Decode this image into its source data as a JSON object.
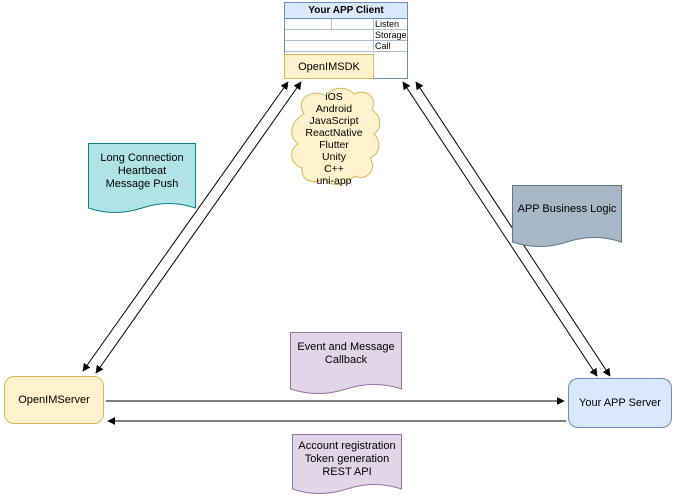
{
  "client": {
    "title": "Your APP Client",
    "interface_rows": [
      "Listen",
      "Storage",
      "Call"
    ],
    "sdk_label": "OpenIMSDK"
  },
  "cloud": {
    "platforms": [
      "iOS",
      "Android",
      "JavaScript",
      "ReactNative",
      "Flutter",
      "Unity",
      "C++",
      "uni-app"
    ]
  },
  "notes": {
    "long_connection": [
      "Long Connection",
      "Heartbeat",
      "Message Push"
    ],
    "business_logic": [
      "APP Business Logic"
    ],
    "event_callback": [
      "Event and Message",
      "Callback"
    ],
    "account_api": [
      "Account registration",
      "Token generation",
      "REST API"
    ]
  },
  "servers": {
    "openim": "OpenIMServer",
    "app": "Your APP Server"
  },
  "colors": {
    "client_header_fill": "#dae8fc",
    "client_border": "#6c8ebf",
    "sdk_fill": "#fff2cc",
    "sdk_border": "#d6b656",
    "cloud_fill": "#fff2cc",
    "cloud_border": "#d6b656",
    "teal_note_fill": "#b0e3e6",
    "teal_note_border": "#0e8088",
    "gray_note_fill": "#a6b8c5",
    "gray_note_border": "#5d7689",
    "purple_note_fill": "#e1d5e7",
    "purple_note_border": "#9673a6",
    "openim_server_fill": "#fff2cc",
    "openim_server_border": "#d6b656",
    "app_server_fill": "#dae8fc",
    "app_server_border": "#6c8ebf",
    "connector": "#000000"
  }
}
